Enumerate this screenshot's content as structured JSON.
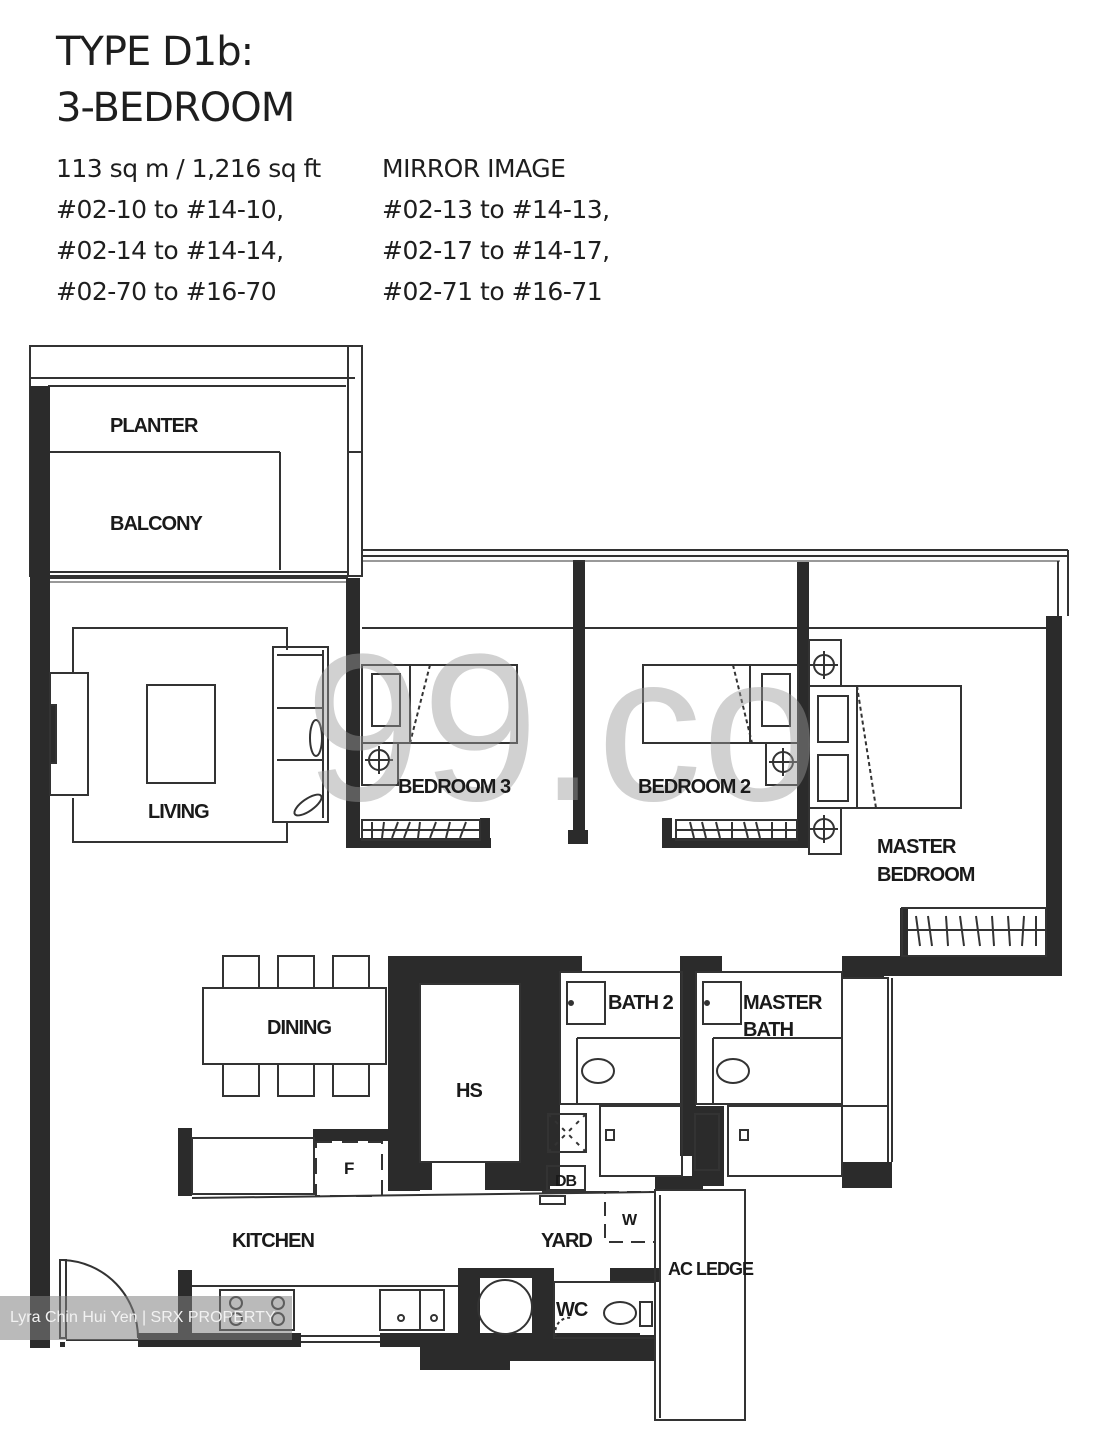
{
  "header": {
    "type_line": "TYPE D1b:",
    "bedroom_line": "3-BEDROOM"
  },
  "units": {
    "area": "113 sq m / 1,216 sq ft",
    "left": [
      "#02-10 to #14-10,",
      "#02-14 to #14-14,",
      "#02-70 to #16-70"
    ],
    "mirror_heading": "MIRROR IMAGE",
    "right": [
      "#02-13 to #14-13,",
      "#02-17 to #14-17,",
      "#02-71 to #16-71"
    ]
  },
  "rooms": {
    "planter": "PLANTER",
    "balcony": "BALCONY",
    "living": "LIVING",
    "bedroom3": "BEDROOM 3",
    "bedroom2": "BEDROOM 2",
    "master_bedroom_1": "MASTER",
    "master_bedroom_2": "BEDROOM",
    "dining": "DINING",
    "hs": "HS",
    "bath2": "BATH 2",
    "master_bath_1": "MASTER",
    "master_bath_2": "BATH",
    "db": "DB",
    "fridge": "F",
    "kitchen": "KITCHEN",
    "yard": "YARD",
    "washer": "W",
    "ac_ledge": "AC LEDGE",
    "wc": "WC"
  },
  "watermarks": {
    "site": "99.co",
    "agent": "Lyra Chin Hui Yen | SRX PROPERTY"
  },
  "colors": {
    "wall": "#2b2b2b",
    "line": "#333333",
    "watermark": "#9a9a9a"
  }
}
